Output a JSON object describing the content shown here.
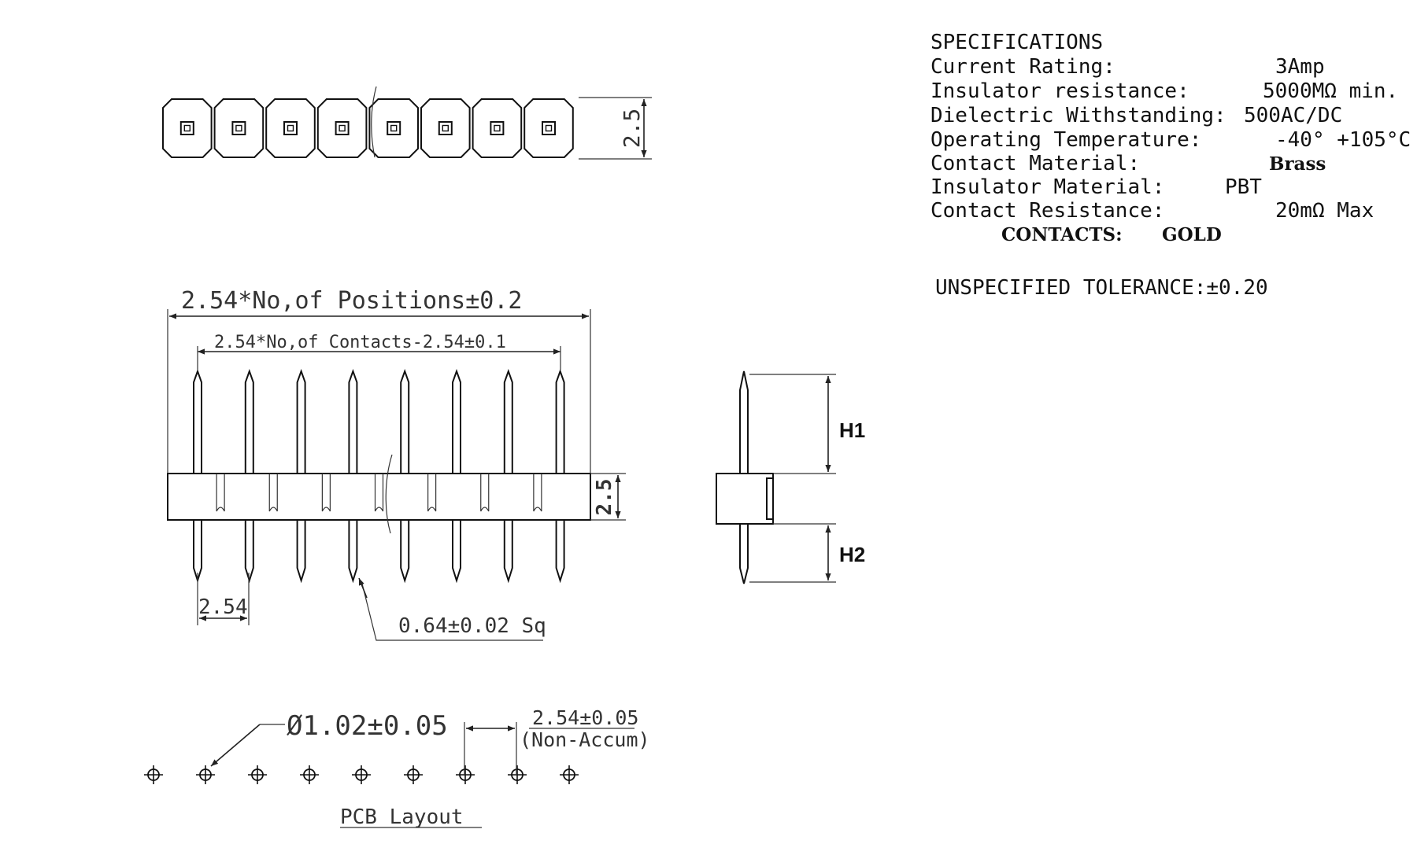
{
  "specifications": {
    "title": "SPECIFICATIONS",
    "rows": [
      {
        "label": "Current Rating:",
        "value": "3Amp"
      },
      {
        "label": "Insulator resistance:",
        "value": "5000MΩ min."
      },
      {
        "label": "Dielectric Withstanding:",
        "value": "500AC/DC"
      },
      {
        "label": "Operating Temperature:",
        "value": "-40° +105°C"
      },
      {
        "label": "Contact Material:",
        "value": "Brass"
      },
      {
        "label": "Insulator Material:",
        "value": "PBT"
      },
      {
        "label": "Contact Resistance:",
        "value": "20mΩ Max"
      }
    ],
    "contacts_label": "CONTACTS:",
    "contacts_value": "GOLD"
  },
  "tolerance_note": "UNSPECIFIED TOLERANCE:±0.20",
  "top_view": {
    "height_dim": "2.5",
    "pin_count": 8
  },
  "front_view": {
    "overall_dim": "2.54*No,of Positions±0.2",
    "contacts_dim": "2.54*No,of Contacts-2.54±0.1",
    "body_height_dim": "2.5",
    "pitch_dim": "2.54",
    "pin_size_dim": "0.64±0.02 Sq"
  },
  "side_view": {
    "h1_label": "H1",
    "h2_label": "H2"
  },
  "pcb_layout": {
    "title": "PCB Layout",
    "hole_dim": "Ø1.02±0.05",
    "pitch_dim": "2.54±0.05",
    "pitch_note": "(Non-Accum)",
    "hole_count": 9
  }
}
